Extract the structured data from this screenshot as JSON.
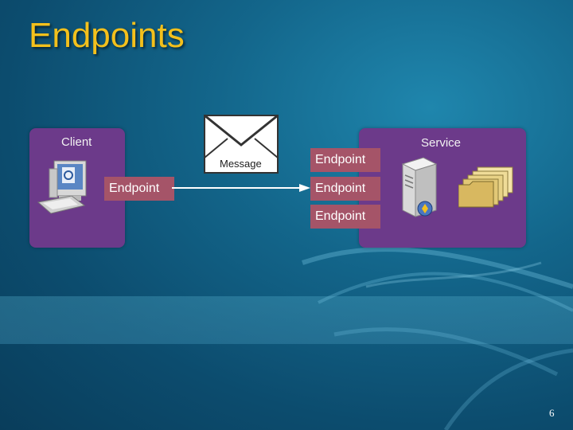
{
  "slide": {
    "title": "Endpoints",
    "page_number": "6"
  },
  "client": {
    "label": "Client",
    "endpoint_label": "Endpoint"
  },
  "service": {
    "label": "Service",
    "endpoints": [
      {
        "label": "Endpoint"
      },
      {
        "label": "Endpoint"
      },
      {
        "label": "Endpoint"
      }
    ]
  },
  "message": {
    "label": "Message"
  },
  "colors": {
    "title": "#f3c01c",
    "panel": "#6c3a8a",
    "endpoint": "#a55468",
    "background": "#13668b"
  },
  "icons": [
    "computer-icon",
    "envelope-icon",
    "server-icon",
    "folders-icon"
  ]
}
